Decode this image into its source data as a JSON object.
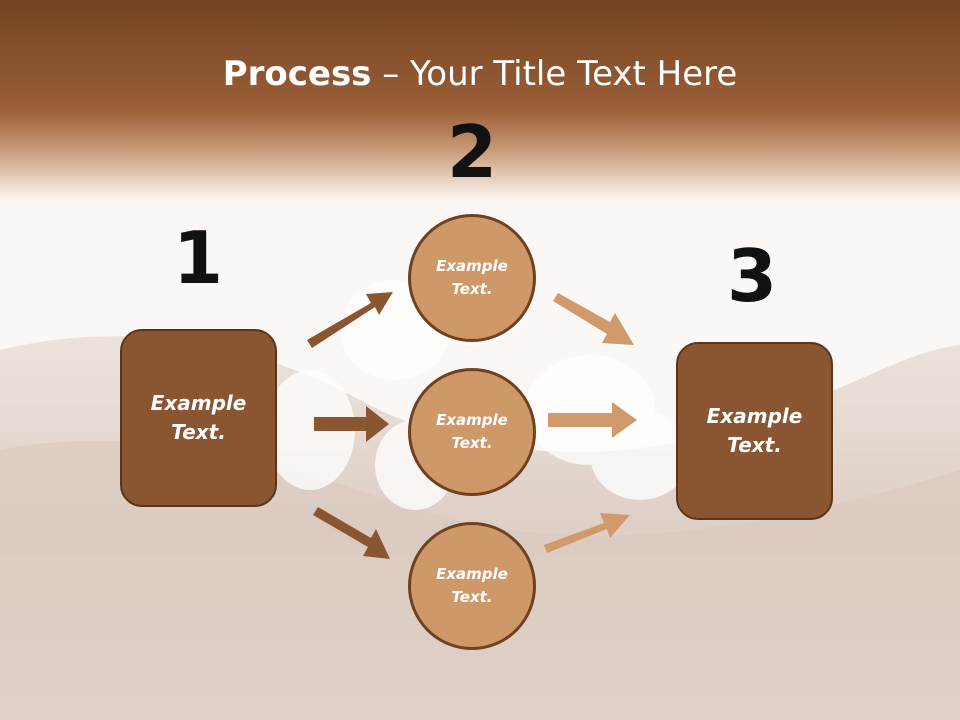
{
  "slide": {
    "title_bold": "Process",
    "title_rest": " – Your Title Text Here",
    "steps": [
      {
        "number": "1",
        "text": "Example Text."
      },
      {
        "number": "2",
        "text": "Example Text."
      },
      {
        "number": "3",
        "text": "Example Text."
      }
    ],
    "circles": [
      {
        "text": "Example Text."
      },
      {
        "text": "Example Text."
      },
      {
        "text": "Example Text."
      }
    ]
  },
  "colors": {
    "header_band": "#8d5530",
    "box_fill": "#8a5632",
    "circle_fill": "#cf9868",
    "arrow_dark": "#8a5632",
    "arrow_light": "#d09a6a"
  }
}
